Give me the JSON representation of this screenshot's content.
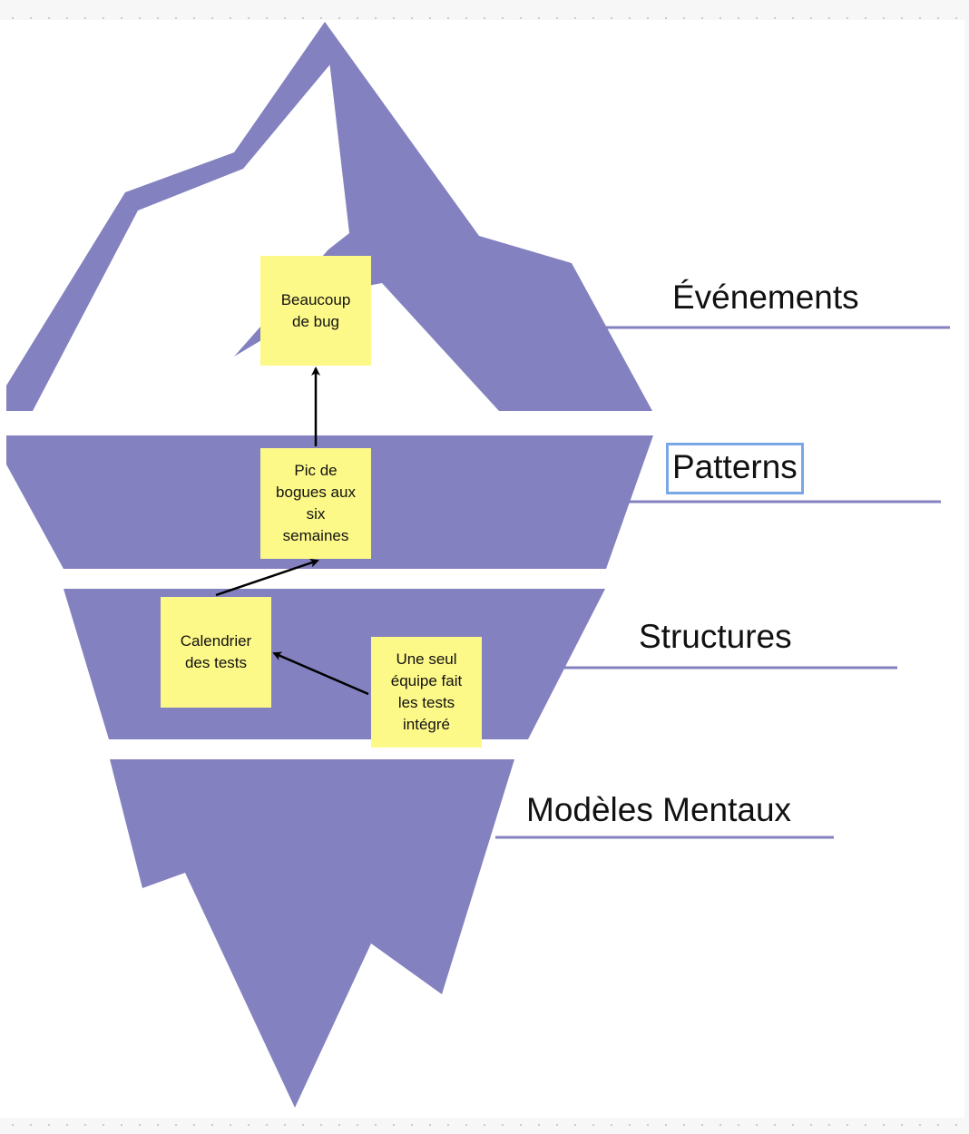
{
  "colors": {
    "iceberg": "#8381bf",
    "sticky": "#fdf988",
    "selection": "#7aa7e6",
    "arrow": "#000000"
  },
  "levels": [
    {
      "id": "events",
      "label": "Événements",
      "selected": false
    },
    {
      "id": "patterns",
      "label": "Patterns",
      "selected": true
    },
    {
      "id": "structures",
      "label": "Structures",
      "selected": false
    },
    {
      "id": "mental-models",
      "label": "Modèles Mentaux",
      "selected": false
    }
  ],
  "stickies": [
    {
      "id": "beaucoup-de-bug",
      "text": "Beaucoup\nde bug",
      "level": "events"
    },
    {
      "id": "pic-de-bogues",
      "text": "Pic de\nbogues aux\nsix\nsemaines",
      "level": "patterns"
    },
    {
      "id": "calendrier-des-tests",
      "text": "Calendrier\ndes tests",
      "level": "structures"
    },
    {
      "id": "une-seul-equipe",
      "text": "Une seul\néquipe fait\nles tests\nintégré",
      "level": "structures"
    }
  ],
  "connectors": [
    {
      "from": "pic-de-bogues",
      "to": "beaucoup-de-bug"
    },
    {
      "from": "calendrier-des-tests",
      "to": "pic-de-bogues"
    },
    {
      "from": "une-seul-equipe",
      "to": "calendrier-des-tests"
    }
  ]
}
